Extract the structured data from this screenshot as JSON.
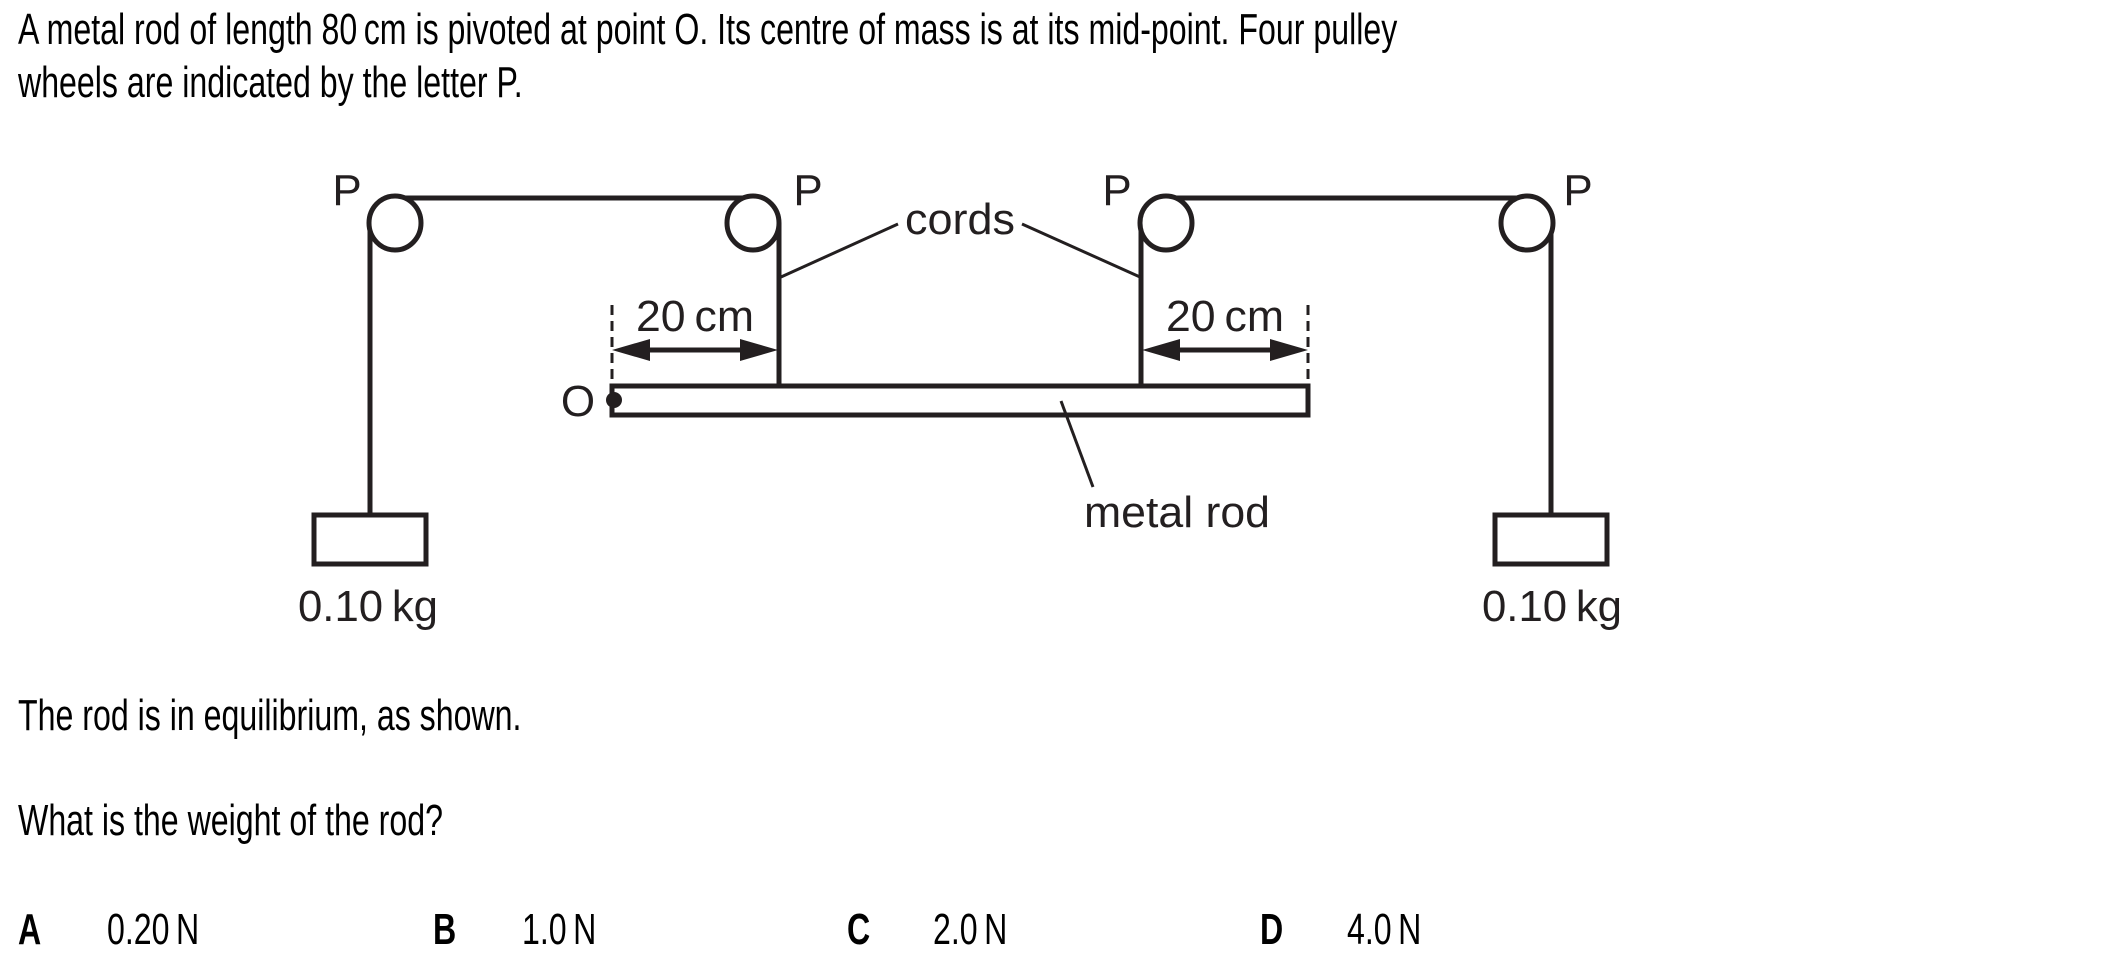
{
  "question": {
    "intro_line1": "A metal rod of length 80 cm is pivoted at point O. Its centre of mass is at its mid-point. Four pulley",
    "intro_line2": "wheels are indicated by the letter P.",
    "statement": "The rod is in equilibrium, as shown.",
    "prompt": "What is the weight of the rod?"
  },
  "diagram": {
    "pulley_label": "P",
    "pivot_label": "O",
    "cords_label": "cords",
    "rod_label": "metal rod",
    "left_distance_label": "20 cm",
    "right_distance_label": "20 cm",
    "left_mass_label": "0.10 kg",
    "right_mass_label": "0.10 kg",
    "line_color": "#231f20"
  },
  "options": [
    {
      "letter": "A",
      "value": "0.20 N"
    },
    {
      "letter": "B",
      "value": "1.0 N"
    },
    {
      "letter": "C",
      "value": "2.0 N"
    },
    {
      "letter": "D",
      "value": "4.0 N"
    }
  ]
}
